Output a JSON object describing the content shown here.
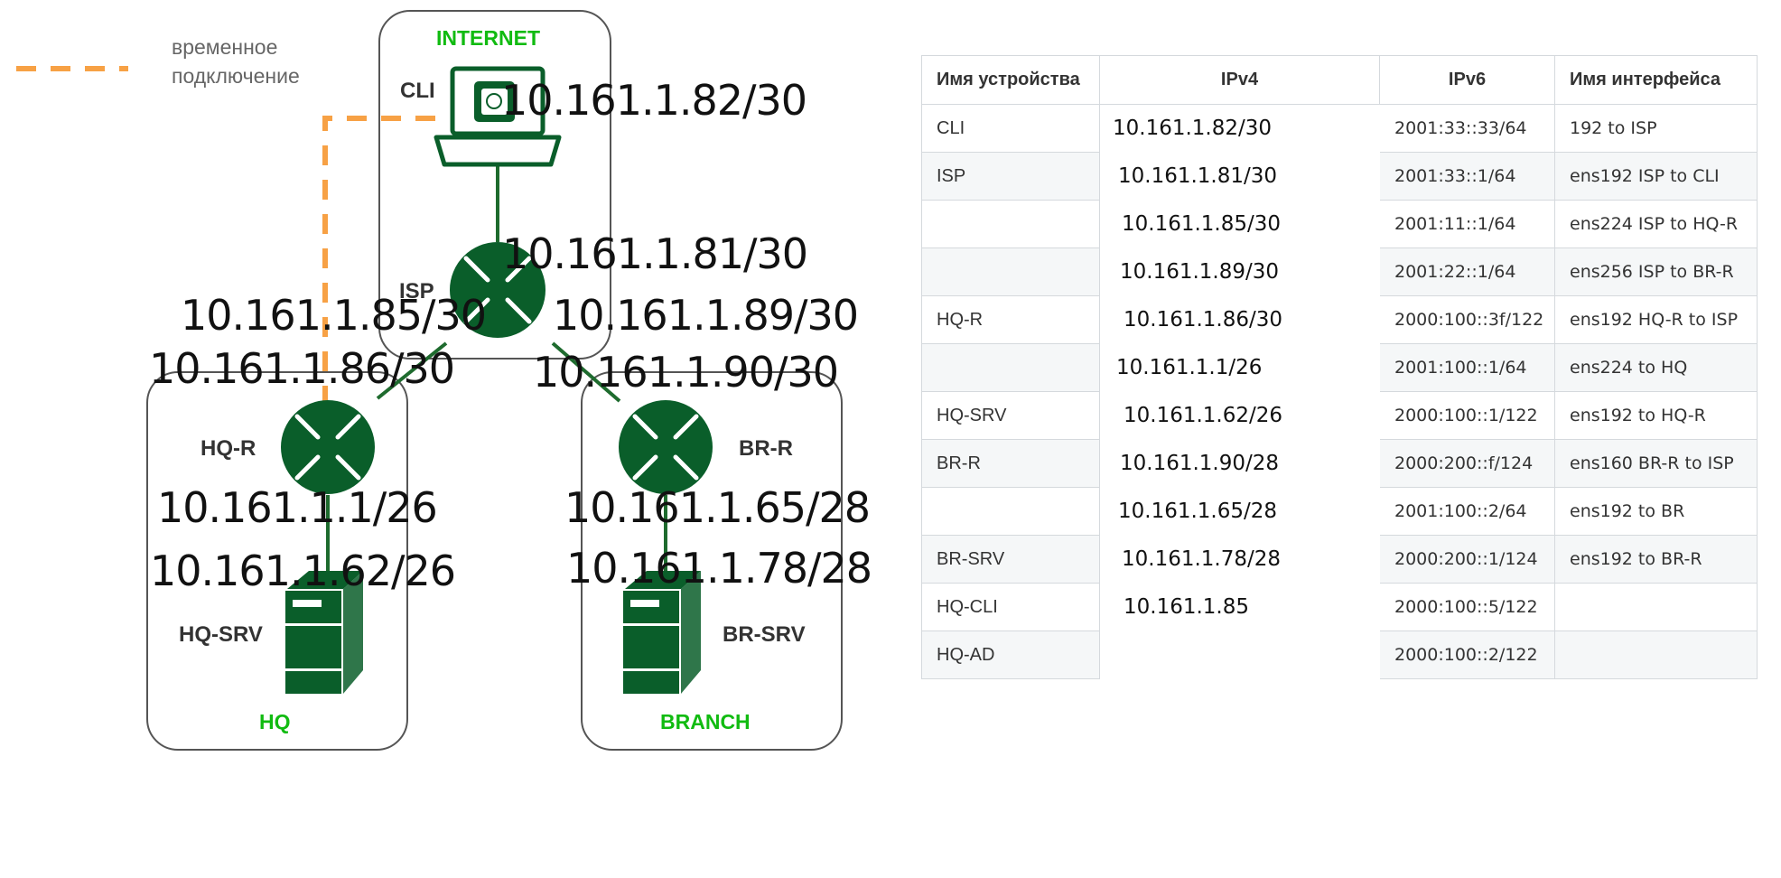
{
  "legend": {
    "label_line1": "временное",
    "label_line2": "подключение",
    "line_color": "#f7a145"
  },
  "zones": {
    "internet": "INTERNET",
    "hq": "HQ",
    "branch": "BRANCH"
  },
  "nodes": {
    "cli": "CLI",
    "isp": "ISP",
    "hq_r": "HQ-R",
    "br_r": "BR-R",
    "hq_srv": "HQ-SRV",
    "br_srv": "BR-SRV"
  },
  "ip_labels": {
    "cli": "10.161.1.82/30",
    "isp_top": "10.161.1.81/30",
    "isp_hq": "10.161.1.85/30",
    "isp_br": "10.161.1.89/30",
    "hq_r_wan": "10.161.1.86/30",
    "br_r_wan": "10.161.1.90/30",
    "hq_r_lan": "10.161.1.1/26",
    "hq_srv": "10.161.1.62/26",
    "br_r_lan": "10.161.1.65/28",
    "br_srv": "10.161.1.78/28"
  },
  "colors": {
    "device": "#0a5e2a",
    "zone_text": "#11bb11",
    "link": "#1e6b2e"
  },
  "table": {
    "headers": [
      "Имя устройства",
      "IPv4",
      "IPv6",
      "Имя интерфейса"
    ],
    "rows": [
      {
        "device": "CLI",
        "ipv4": "10.161.1.82/30",
        "ipv6": "2001:33::33/64",
        "iface": "192 to ISP"
      },
      {
        "device": "ISP",
        "ipv4": "10.161.1.81/30",
        "ipv6": "2001:33::1/64",
        "iface": "ens192 ISP to CLI"
      },
      {
        "device": "",
        "ipv4": "10.161.1.85/30",
        "ipv6": "2001:11::1/64",
        "iface": "ens224 ISP to HQ-R"
      },
      {
        "device": "",
        "ipv4": "10.161.1.89/30",
        "ipv6": "2001:22::1/64",
        "iface": "ens256 ISP to BR-R"
      },
      {
        "device": "HQ-R",
        "ipv4": "10.161.1.86/30",
        "ipv6": "2000:100::3f/122",
        "iface": "ens192 HQ-R to ISP"
      },
      {
        "device": "",
        "ipv4": "10.161.1.1/26",
        "ipv6": "2001:100::1/64",
        "iface": "ens224 to HQ"
      },
      {
        "device": "HQ-SRV",
        "ipv4": "10.161.1.62/26",
        "ipv6": "2000:100::1/122",
        "iface": "ens192 to HQ-R"
      },
      {
        "device": "BR-R",
        "ipv4": "10.161.1.90/28",
        "ipv6": "2000:200::f/124",
        "iface": "ens160 BR-R to ISP"
      },
      {
        "device": "",
        "ipv4": "10.161.1.65/28",
        "ipv6": "2001:100::2/64",
        "iface": "ens192 to BR"
      },
      {
        "device": "BR-SRV",
        "ipv4": "10.161.1.78/28",
        "ipv6": "2000:200::1/124",
        "iface": "ens192 to BR-R"
      },
      {
        "device": "HQ-CLI",
        "ipv4": "10.161.1.85",
        "ipv6": "2000:100::5/122",
        "iface": ""
      },
      {
        "device": "HQ-AD",
        "ipv4": "",
        "ipv6": "2000:100::2/122",
        "iface": ""
      }
    ]
  }
}
